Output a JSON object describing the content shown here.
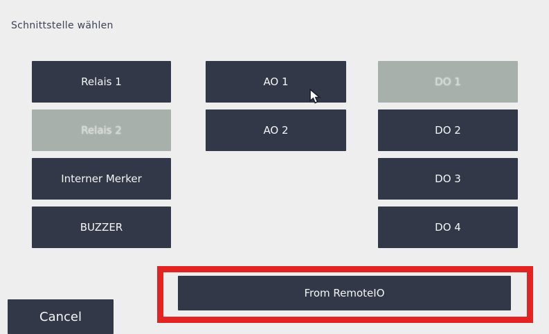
{
  "title": "Schnittstelle wählen",
  "colors": {
    "background": "#eeeeee",
    "button_dark": "#323848",
    "button_disabled": "#a8b0ac",
    "button_text": "#f5f6f7",
    "button_disabled_text": "#d6dbd8",
    "title_text": "#3a4255",
    "highlight_red": "#e32222"
  },
  "grid": {
    "columns": [
      {
        "buttons": [
          {
            "label": "Relais 1",
            "enabled": true
          },
          {
            "label": "Relais 2",
            "enabled": false
          },
          {
            "label": "Interner Merker",
            "enabled": true
          },
          {
            "label": "BUZZER",
            "enabled": true
          }
        ]
      },
      {
        "buttons": [
          {
            "label": "AO 1",
            "enabled": true
          },
          {
            "label": "AO 2",
            "enabled": true
          }
        ]
      },
      {
        "buttons": [
          {
            "label": "DO 1",
            "enabled": false
          },
          {
            "label": "DO 2",
            "enabled": true
          },
          {
            "label": "DO 3",
            "enabled": true
          },
          {
            "label": "DO 4",
            "enabled": true
          }
        ]
      }
    ]
  },
  "remote_button": {
    "label": "From RemoteIO",
    "highlighted": true
  },
  "cancel_button": {
    "label": "Cancel"
  },
  "cursor": {
    "visible": true
  }
}
